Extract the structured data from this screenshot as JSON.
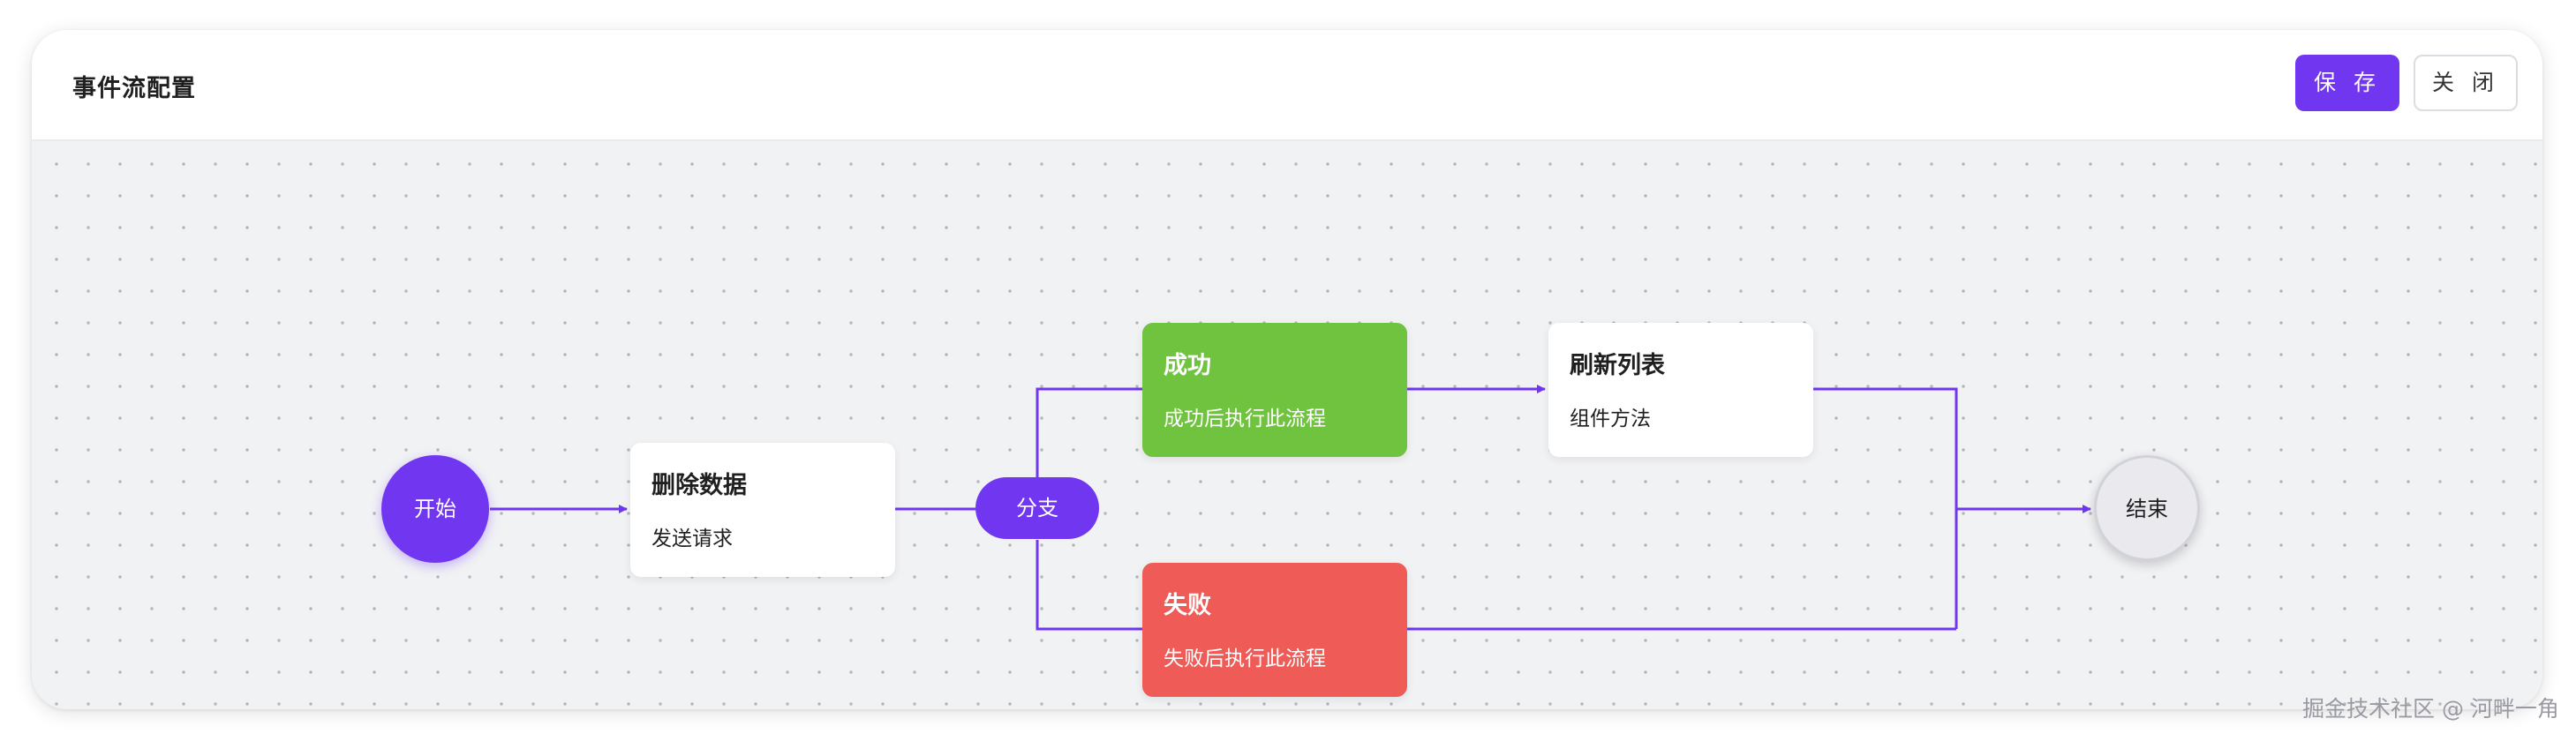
{
  "header": {
    "title": "事件流配置",
    "save_label": "保 存",
    "close_label": "关 闭"
  },
  "flow": {
    "start_label": "开始",
    "delete_title": "删除数据",
    "delete_desc": "发送请求",
    "branch_label": "分支",
    "success_title": "成功",
    "success_desc": "成功后执行此流程",
    "fail_title": "失败",
    "fail_desc": "失败后执行此流程",
    "refresh_title": "刷新列表",
    "refresh_desc": "组件方法",
    "end_label": "结束"
  },
  "watermark": "掘金技术社区 @ 河畔一角",
  "colors": {
    "accent": "#7136f0",
    "success": "#70c33f",
    "failure": "#ef5b57",
    "canvas": "#f1f2f4"
  }
}
